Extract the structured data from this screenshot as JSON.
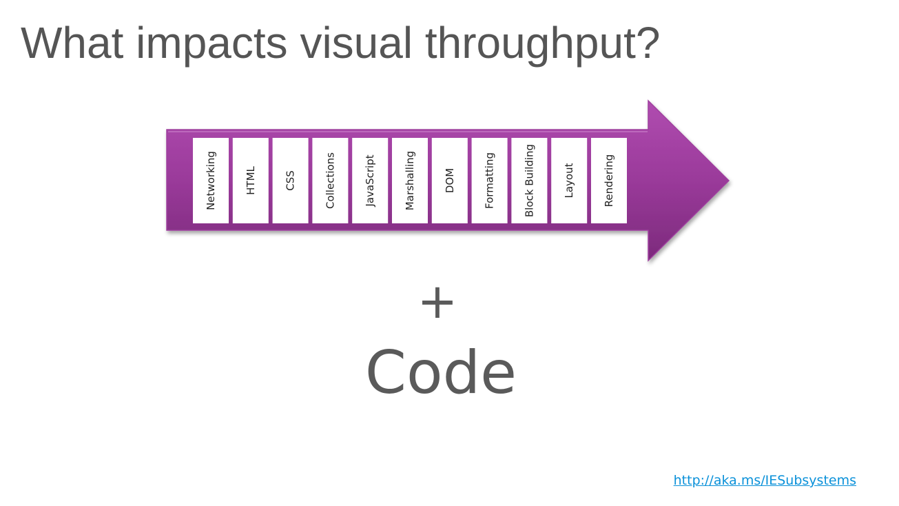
{
  "slide": {
    "title": "What impacts visual throughput?",
    "plus": "+",
    "code": "Code",
    "link": "http://aka.ms/IESubsystems"
  },
  "pipeline": {
    "arrow_color": "#9e3f9e",
    "stages": [
      "Networking",
      "HTML",
      "CSS",
      "Collections",
      "JavaScript",
      "Marshalling",
      "DOM",
      "Formatting",
      "Block Building",
      "Layout",
      "Rendering"
    ]
  }
}
